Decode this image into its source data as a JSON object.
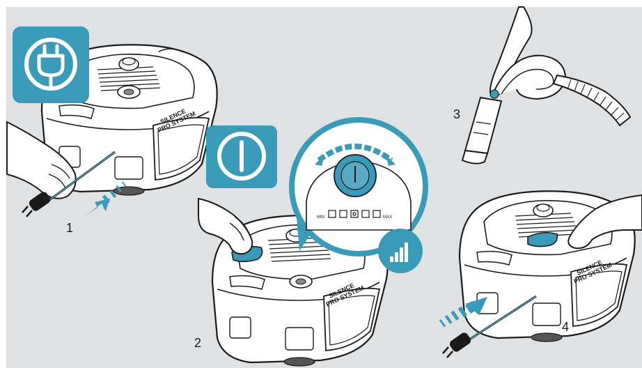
{
  "colors": {
    "background": "#dfe1e2",
    "accent": "#3a9bb8",
    "accent_dark": "#2c7f9a",
    "line": "#1a1a1a",
    "body": "#ffffff"
  },
  "icons": [
    "power-plug-icon",
    "power-switch-icon",
    "signal-bars-icon"
  ],
  "steps": [
    {
      "number": "1"
    },
    {
      "number": "2"
    },
    {
      "number": "3"
    },
    {
      "number": "4"
    }
  ],
  "product_text": {
    "brand_line1": "SILENCE",
    "brand_line2": "PRO SYSTEM"
  },
  "dial": {
    "min_label": "MIN",
    "max_label": "MAX"
  }
}
